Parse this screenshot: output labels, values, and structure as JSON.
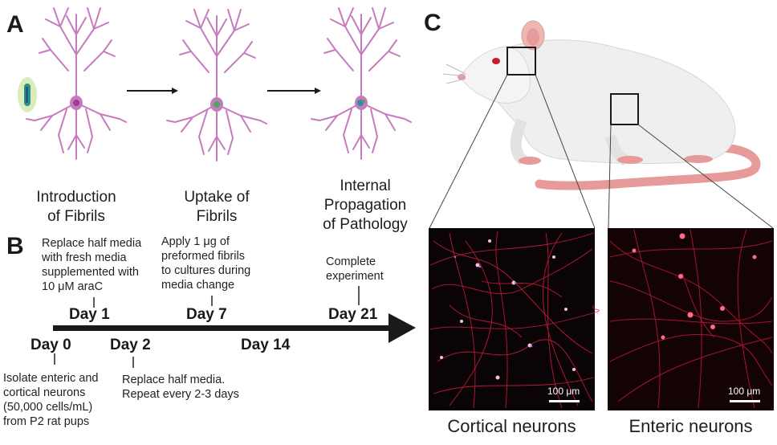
{
  "panels": {
    "a": "A",
    "b": "B",
    "c": "C"
  },
  "steps": [
    {
      "label_line1": "Introduction",
      "label_line2": "of Fibrils"
    },
    {
      "label_line1": "Uptake of",
      "label_line2": "Fibrils"
    },
    {
      "label_line1": "Internal",
      "label_line2": "Propagation",
      "label_line3": "of Pathology"
    }
  ],
  "timeline": {
    "days": [
      "Day 0",
      "Day 1",
      "Day 2",
      "Day 7",
      "Day 14",
      "Day 21"
    ],
    "notes": {
      "day0": [
        "Isolate enteric and",
        "cortical neurons",
        "(50,000 cells/mL)",
        "from P2 rat pups"
      ],
      "day1": [
        "Replace half media",
        "with fresh media",
        "supplemented with",
        "10 μM araC"
      ],
      "day2": [
        "Replace half media.",
        "Repeat every 2-3 days"
      ],
      "day7": [
        "Apply 1 μg of",
        "preformed fibrils",
        "to cultures during",
        "media change"
      ],
      "day21": [
        "Complete",
        "experiment"
      ]
    }
  },
  "micrographs": {
    "left": {
      "title": "Cortical neurons",
      "scale": "100 μm"
    },
    "right": {
      "title": "Enteric neurons",
      "scale": "100 μm"
    }
  },
  "colors": {
    "neuron": "#c77bbf",
    "micro_bg": "#0a0406",
    "micro_red": "#d81e3c",
    "arrow": "#1a1a1a",
    "rat_body": "#f2f2f2",
    "rat_pink": "#e79a9a"
  }
}
